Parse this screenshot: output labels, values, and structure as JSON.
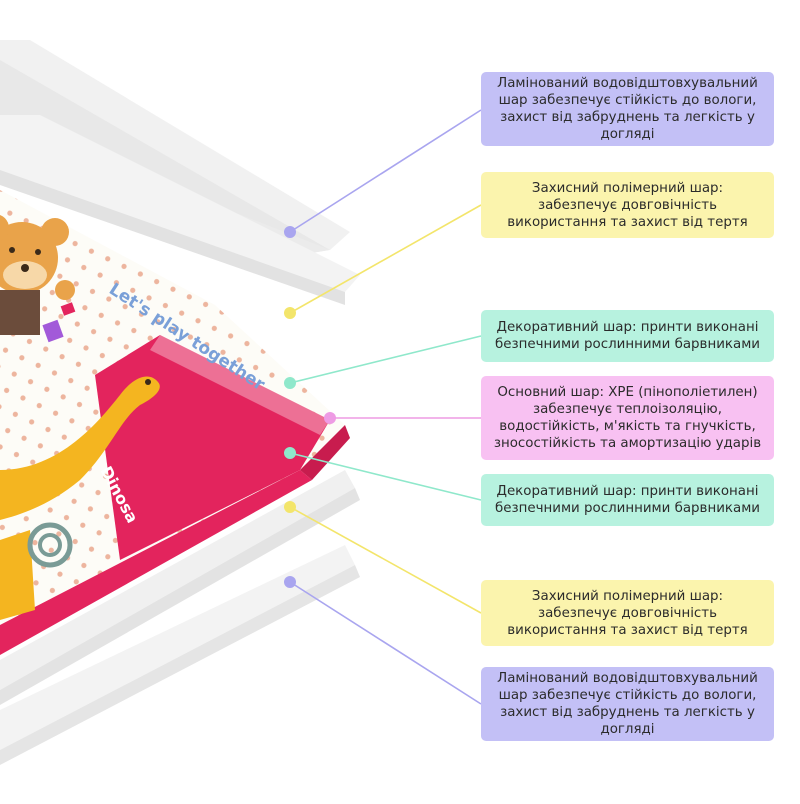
{
  "colors": {
    "lavender": "#c3c0f6",
    "yellow": "#fbf4ad",
    "mint": "#b7f2df",
    "pink": "#f8c1f2",
    "mat_red": "#e3245d",
    "dino_yellow": "#f4b520"
  },
  "mat_print": {
    "slogan": "Let's play together",
    "brand": "Dinosa"
  },
  "layers": [
    {
      "id": "laminated-top",
      "color": "lavender",
      "text": "Ламінований водовідштовхувальний\nшар забезпечує стійкість до вологи,\nзахист від забруднень та легкість у\nдогляді"
    },
    {
      "id": "polymer-top",
      "color": "yellow",
      "text": "Захисний полімерний шар:\nзабезпечує довговічність\nвикористання та захист від тертя"
    },
    {
      "id": "decor-top",
      "color": "mint",
      "text": "Декоративний шар: принти виконані\nбезпечними рослинними барвниками"
    },
    {
      "id": "core-xpe",
      "color": "pink",
      "text": "Основний шар: XPE (пінополіетилен)\nзабезпечує теплоізоляцію,\nводостійкість, м'якість та гнучкість,\nзносостійкість та амортизацію ударів"
    },
    {
      "id": "decor-bottom",
      "color": "mint",
      "text": "Декоративний шар: принти виконані\nбезпечними рослинними барвниками"
    },
    {
      "id": "polymer-bottom",
      "color": "yellow",
      "text": "Захисний полімерний шар:\nзабезпечує довговічність\nвикористання та захист від тертя"
    },
    {
      "id": "laminated-bottom",
      "color": "lavender",
      "text": "Ламінований водовідштовхувальний\nшар забезпечує стійкість до вологи,\nзахист від забруднень та легкість у\nдогляді"
    }
  ]
}
